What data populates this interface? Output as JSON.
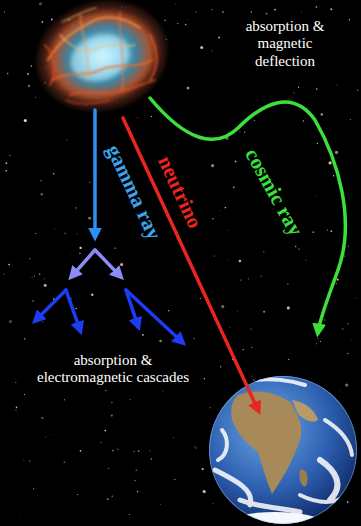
{
  "diagram": {
    "labels": [
      "absorption & magnetic deflection",
      "cosmic ray",
      "neutrino",
      "gamma ray",
      "absorption & electromagnetic cascades"
    ]
  }
}
